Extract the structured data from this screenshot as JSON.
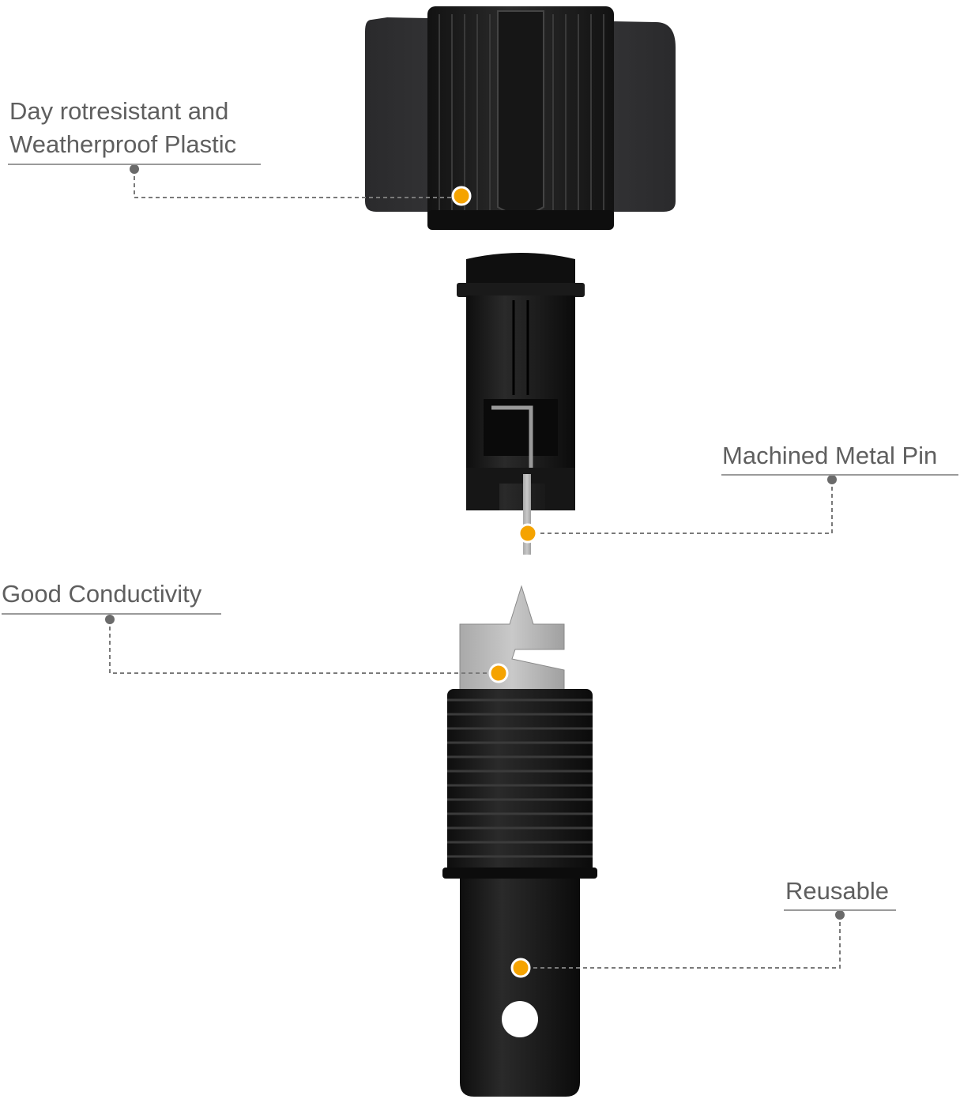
{
  "callouts": {
    "plastic": {
      "line1": "Day rotresistant and",
      "line2": "Weatherproof Plastic"
    },
    "pin": {
      "label": "Machined Metal Pin"
    },
    "conductivity": {
      "label": "Good Conductivity"
    },
    "reusable": {
      "label": "Reusable"
    }
  },
  "colors": {
    "marker": "#f5a300",
    "leader": "#7a7a7a",
    "label_text": "#5f5f5f",
    "plastic": "#1c1c1e",
    "metal": "#b8b8b8"
  }
}
